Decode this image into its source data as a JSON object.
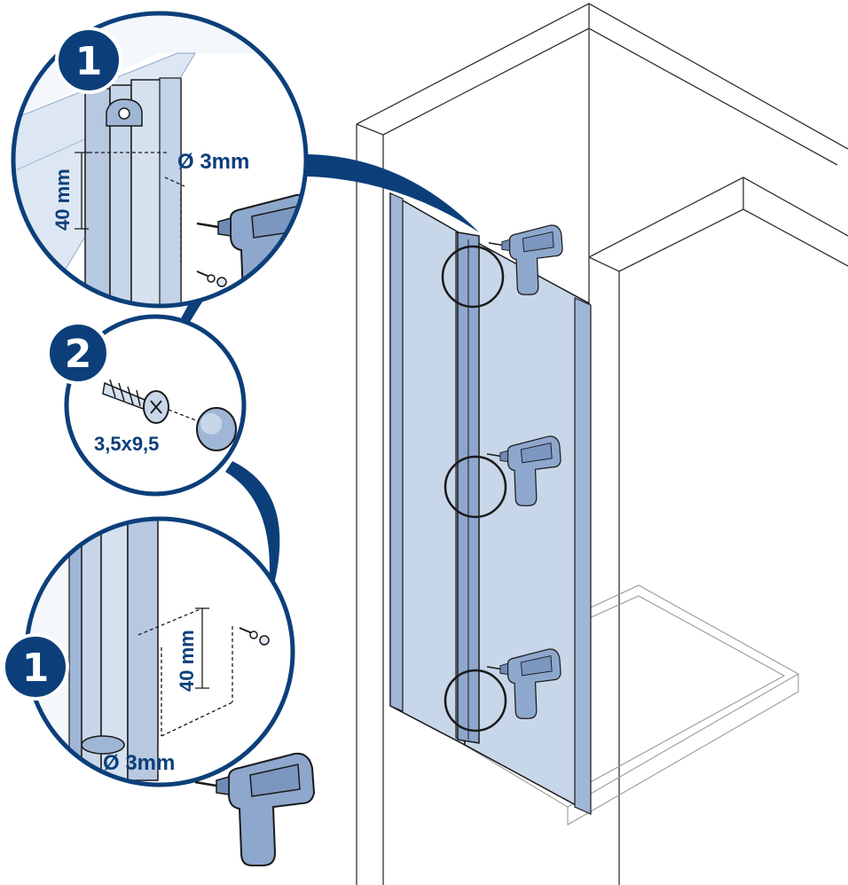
{
  "steps": {
    "top_detail": {
      "badge": "1",
      "height_label": "40 mm",
      "drill_label": "Ø 3mm"
    },
    "screw_detail": {
      "badge": "2",
      "screw_label": "3,5x9,5"
    },
    "bottom_detail": {
      "badge": "1",
      "height_label": "40 mm",
      "drill_label": "Ø 3mm"
    }
  },
  "colors": {
    "navy": "#0c3f7a",
    "outline": "#1a1a1a",
    "glass": "#c8d6e9",
    "glass_dark": "#9fb6d6",
    "drill": "#8ea7cc",
    "wall_line": "#333333"
  }
}
